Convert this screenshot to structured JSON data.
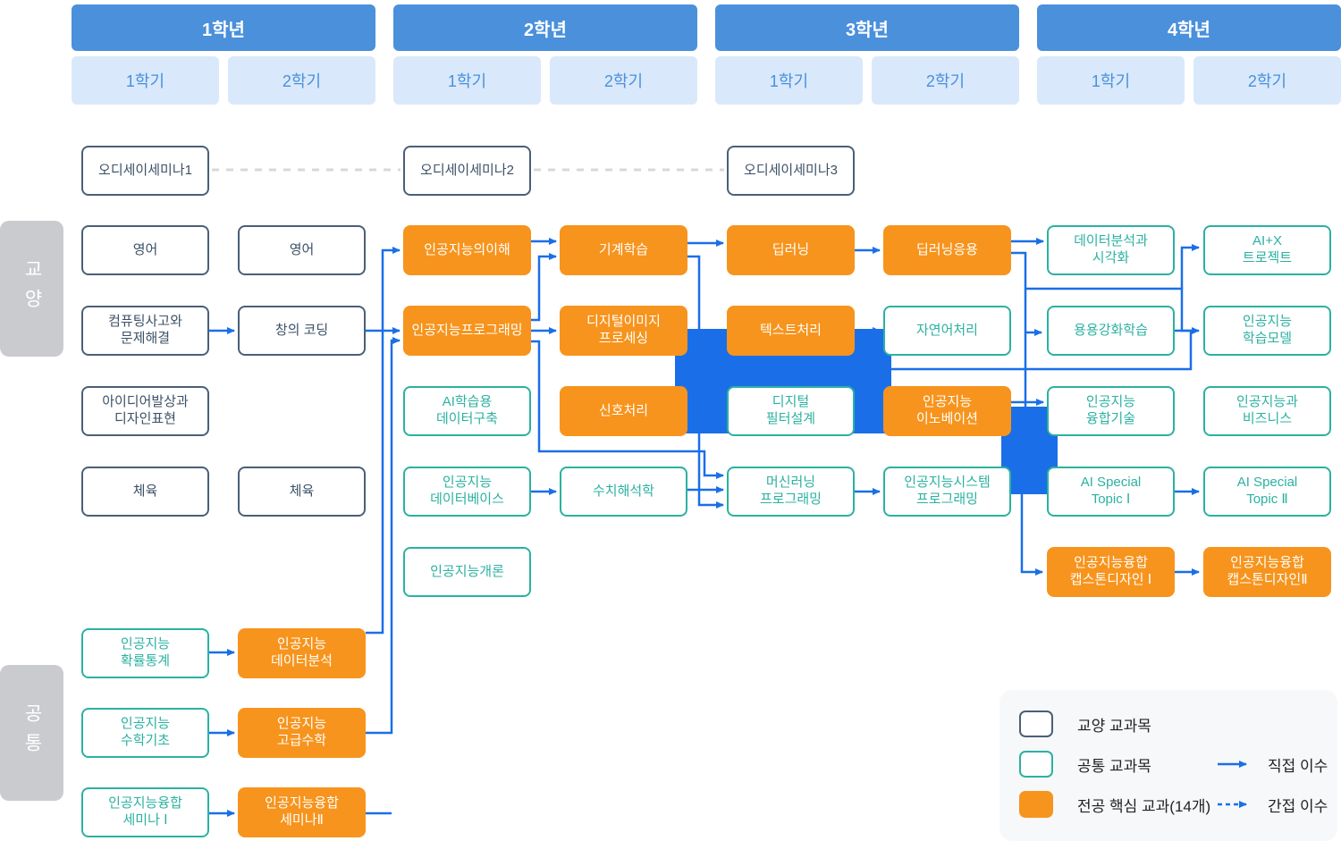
{
  "palette": {
    "core_orange": "#F7941D",
    "common_teal": "#2BB1A1",
    "liberal_navy": "#4A5F78",
    "edge_blue": "#1A6FE8",
    "header_blue": "#4A90DB",
    "header_light_blue": "#D9E9FB",
    "side_label_gray": "#C9CBCE",
    "odyssey_dash_gray": "#D8D8D8",
    "legend_bg": "#F7F8FA"
  },
  "header": {
    "years": [
      {
        "label": "1학년",
        "semesters": [
          "1학기",
          "2학기"
        ]
      },
      {
        "label": "2학년",
        "semesters": [
          "1학기",
          "2학기"
        ]
      },
      {
        "label": "3학년",
        "semesters": [
          "1학기",
          "2학기"
        ]
      },
      {
        "label": "4학년",
        "semesters": [
          "1학기",
          "2학기"
        ]
      }
    ]
  },
  "side_labels": {
    "liberal": "교양",
    "common": "공통"
  },
  "courses": [
    {
      "id": "odyssey1",
      "label": "오디세이세미나1",
      "category": "liberal"
    },
    {
      "id": "odyssey2",
      "label": "오디세이세미나2",
      "category": "liberal"
    },
    {
      "id": "odyssey3",
      "label": "오디세이세미나3",
      "category": "liberal"
    },
    {
      "id": "english1",
      "label": "영어",
      "category": "liberal"
    },
    {
      "id": "english2",
      "label": "영어",
      "category": "liberal"
    },
    {
      "id": "computing-thinking",
      "label": "컴퓨팅사고와\n문제해결",
      "category": "liberal"
    },
    {
      "id": "creative-coding",
      "label": "창의 코딩",
      "category": "liberal"
    },
    {
      "id": "idea-design",
      "label": "아이디어발상과\n디자인표현",
      "category": "liberal"
    },
    {
      "id": "pe1",
      "label": "체육",
      "category": "liberal"
    },
    {
      "id": "pe2",
      "label": "체육",
      "category": "liberal"
    },
    {
      "id": "ai-understanding",
      "label": "인공지능의이해",
      "category": "core"
    },
    {
      "id": "ai-programming",
      "label": "인공지능프로그래밍",
      "category": "core"
    },
    {
      "id": "ai-data-construction",
      "label": "AI학습용\n데이터구축",
      "category": "common"
    },
    {
      "id": "ai-database",
      "label": "인공지능\n데이터베이스",
      "category": "common"
    },
    {
      "id": "ai-intro",
      "label": "인공지능개론",
      "category": "common"
    },
    {
      "id": "machine-learning",
      "label": "기계학습",
      "category": "core"
    },
    {
      "id": "digital-image",
      "label": "디지털이미지\n프로세싱",
      "category": "core"
    },
    {
      "id": "signal-processing",
      "label": "신호처리",
      "category": "core"
    },
    {
      "id": "numerical-analysis",
      "label": "수치해석학",
      "category": "common"
    },
    {
      "id": "deep-learning",
      "label": "딥러닝",
      "category": "core"
    },
    {
      "id": "text-processing",
      "label": "텍스트처리",
      "category": "core"
    },
    {
      "id": "digital-filter",
      "label": "디지털\n필터설계",
      "category": "common"
    },
    {
      "id": "ml-programming",
      "label": "머신러닝\n프로그래밍",
      "category": "common"
    },
    {
      "id": "dl-application",
      "label": "딥러닝응용",
      "category": "core"
    },
    {
      "id": "nlp",
      "label": "자연어처리",
      "category": "common"
    },
    {
      "id": "ai-innovation",
      "label": "인공지능\n이노베이션",
      "category": "core"
    },
    {
      "id": "ai-system-programming",
      "label": "인공지능시스템\n프로그래밍",
      "category": "common"
    },
    {
      "id": "data-visualization",
      "label": "데이터분석과\n시각화",
      "category": "common"
    },
    {
      "id": "reinforcement-learning",
      "label": "용용강화학습",
      "category": "common"
    },
    {
      "id": "ai-fusion-tech",
      "label": "인공지능\n융합기술",
      "category": "common"
    },
    {
      "id": "ai-special-topic-1",
      "label": "AI Special\nTopic Ⅰ",
      "category": "common"
    },
    {
      "id": "capstone-1",
      "label": "인공지능융합\n캡스톤디자인 Ⅰ",
      "category": "core"
    },
    {
      "id": "ai-x-project",
      "label": "AI+X\n트로젝트",
      "category": "common"
    },
    {
      "id": "ai-learning-model",
      "label": "인공지능\n학습모델",
      "category": "common"
    },
    {
      "id": "ai-business",
      "label": "인공지능과\n비즈니스",
      "category": "common"
    },
    {
      "id": "ai-special-topic-2",
      "label": "AI Special\nTopic Ⅱ",
      "category": "common"
    },
    {
      "id": "capstone-2",
      "label": "인공지능융합\n캡스톤디자인Ⅱ",
      "category": "core"
    },
    {
      "id": "probability-statistics",
      "label": "인공지능\n확률통계",
      "category": "common"
    },
    {
      "id": "ai-data-analysis",
      "label": "인공지능\n데이터분석",
      "category": "core"
    },
    {
      "id": "math-basics",
      "label": "인공지능\n수학기초",
      "category": "common"
    },
    {
      "id": "advanced-math",
      "label": "인공지능\n고급수학",
      "category": "core"
    },
    {
      "id": "fusion-seminar-1",
      "label": "인공지능융합\n세미나 Ⅰ",
      "category": "common"
    },
    {
      "id": "fusion-seminar-2",
      "label": "인공지능융합\n세미나Ⅱ",
      "category": "core"
    }
  ],
  "legend": {
    "liberal": "교양 교과목",
    "common": "공통 교과목",
    "core": "전공 핵심 교과(14개)",
    "direct": "직접 이수",
    "indirect": "간접 이수"
  },
  "connections": {
    "direct": [
      [
        "컴퓨팅사고와 문제해결",
        "창의 코딩"
      ],
      [
        "창의 코딩",
        "인공지능프로그래밍"
      ],
      [
        "인공지능 데이터분석",
        "인공지능의이해"
      ],
      [
        "인공지능 고급수학",
        "인공지능프로그래밍"
      ],
      [
        "인공지능융합 세미나Ⅱ",
        "인공지능프로그래밍"
      ],
      [
        "인공지능의이해",
        "기계학습"
      ],
      [
        "인공지능프로그래밍",
        "기계학습"
      ],
      [
        "인공지능프로그래밍",
        "디지털이미지 프로세싱"
      ],
      [
        "인공지능프로그래밍",
        "머신러닝 프로그래밍"
      ],
      [
        "기계학습",
        "딥러닝"
      ],
      [
        "기계학습",
        "머신러닝 프로그래밍"
      ],
      [
        "인공지능 데이터베이스",
        "수치해석학"
      ],
      [
        "수치해석학",
        "머신러닝 프로그래밍"
      ],
      [
        "텍스트처리",
        "자연어처리"
      ],
      [
        "딥러닝",
        "딥러닝응용"
      ],
      [
        "머신러닝 프로그래밍",
        "인공지능시스템 프로그래밍"
      ],
      [
        "딥러닝응용",
        "데이터분석과 시각화"
      ],
      [
        "딥러닝응용",
        "용용강화학습"
      ],
      [
        "딥러닝응용",
        "AI+X 트로젝트"
      ],
      [
        "딥러닝응용",
        "인공지능 학습모델"
      ],
      [
        "용용강화학습",
        "인공지능 학습모델"
      ],
      [
        "인공지능 이노베이션",
        "인공지능 융합기술"
      ],
      [
        "AI Special Topic Ⅰ",
        "AI Special Topic Ⅱ"
      ],
      [
        "인공지능융합 캡스톤디자인 Ⅰ",
        "인공지능융합 캡스톤디자인Ⅱ"
      ],
      [
        "인공지능 확률통계",
        "인공지능 데이터분석"
      ],
      [
        "인공지능 수학기초",
        "인공지능 고급수학"
      ],
      [
        "인공지능융합 세미나 Ⅰ",
        "인공지능융합 세미나Ⅱ"
      ]
    ],
    "indirect": [
      [
        "오디세이세미나1",
        "오디세이세미나2"
      ],
      [
        "오디세이세미나2",
        "오디세이세미나3"
      ]
    ]
  }
}
